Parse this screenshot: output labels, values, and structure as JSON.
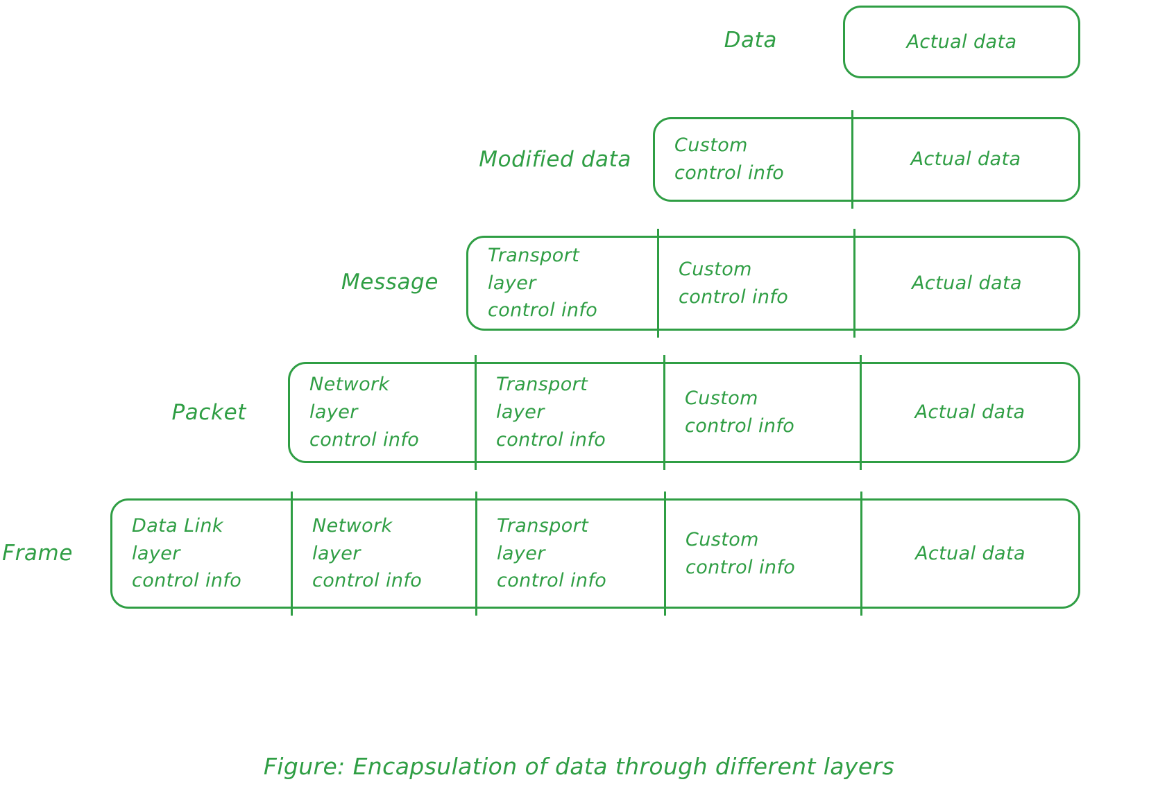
{
  "figure": {
    "caption": "Figure: Encapsulation of data through different layers",
    "accent_color": "#2f9e44",
    "background_color": "#ffffff"
  },
  "rows": [
    {
      "label": "Data",
      "cells": [
        {
          "text": "Actual data",
          "align": "center"
        }
      ]
    },
    {
      "label": "Modified data",
      "cells": [
        {
          "text": "Custom\ncontrol info",
          "align": "left"
        },
        {
          "text": "Actual data",
          "align": "center"
        }
      ]
    },
    {
      "label": "Message",
      "cells": [
        {
          "text": "Transport\nlayer\ncontrol info",
          "align": "left"
        },
        {
          "text": "Custom\ncontrol info",
          "align": "left"
        },
        {
          "text": "Actual data",
          "align": "center"
        }
      ]
    },
    {
      "label": "Packet",
      "cells": [
        {
          "text": "Network\nlayer\ncontrol info",
          "align": "left"
        },
        {
          "text": "Transport\nlayer\ncontrol info",
          "align": "left"
        },
        {
          "text": "Custom\ncontrol info",
          "align": "left"
        },
        {
          "text": "Actual data",
          "align": "center"
        }
      ]
    },
    {
      "label": "Frame",
      "cells": [
        {
          "text": "Data Link\nlayer\ncontrol info",
          "align": "left"
        },
        {
          "text": "Network\nlayer\ncontrol info",
          "align": "left"
        },
        {
          "text": "Transport\nlayer\ncontrol info",
          "align": "left"
        },
        {
          "text": "Custom\ncontrol info",
          "align": "left"
        },
        {
          "text": "Actual data",
          "align": "center"
        }
      ]
    }
  ]
}
